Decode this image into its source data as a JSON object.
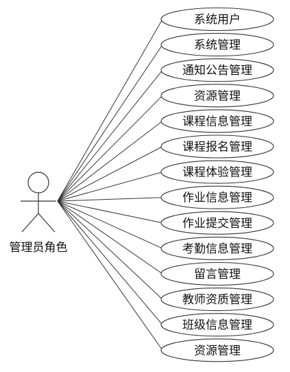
{
  "actor": {
    "label": "管理员角色"
  },
  "use_cases": [
    {
      "label": "系统用户"
    },
    {
      "label": "系统管理"
    },
    {
      "label": "通知公告管理"
    },
    {
      "label": "资源管理"
    },
    {
      "label": "课程信息管理"
    },
    {
      "label": "课程报名管理"
    },
    {
      "label": "课程体验管理"
    },
    {
      "label": "作业信息管理"
    },
    {
      "label": "作业提交管理"
    },
    {
      "label": "考勤信息管理"
    },
    {
      "label": "留言管理"
    },
    {
      "label": "教师资质管理"
    },
    {
      "label": "班级信息管理"
    },
    {
      "label": "资源管理"
    }
  ],
  "colors": {
    "stroke": "#333333",
    "ellipse_fill": "#ffffff",
    "text": "#111111"
  }
}
